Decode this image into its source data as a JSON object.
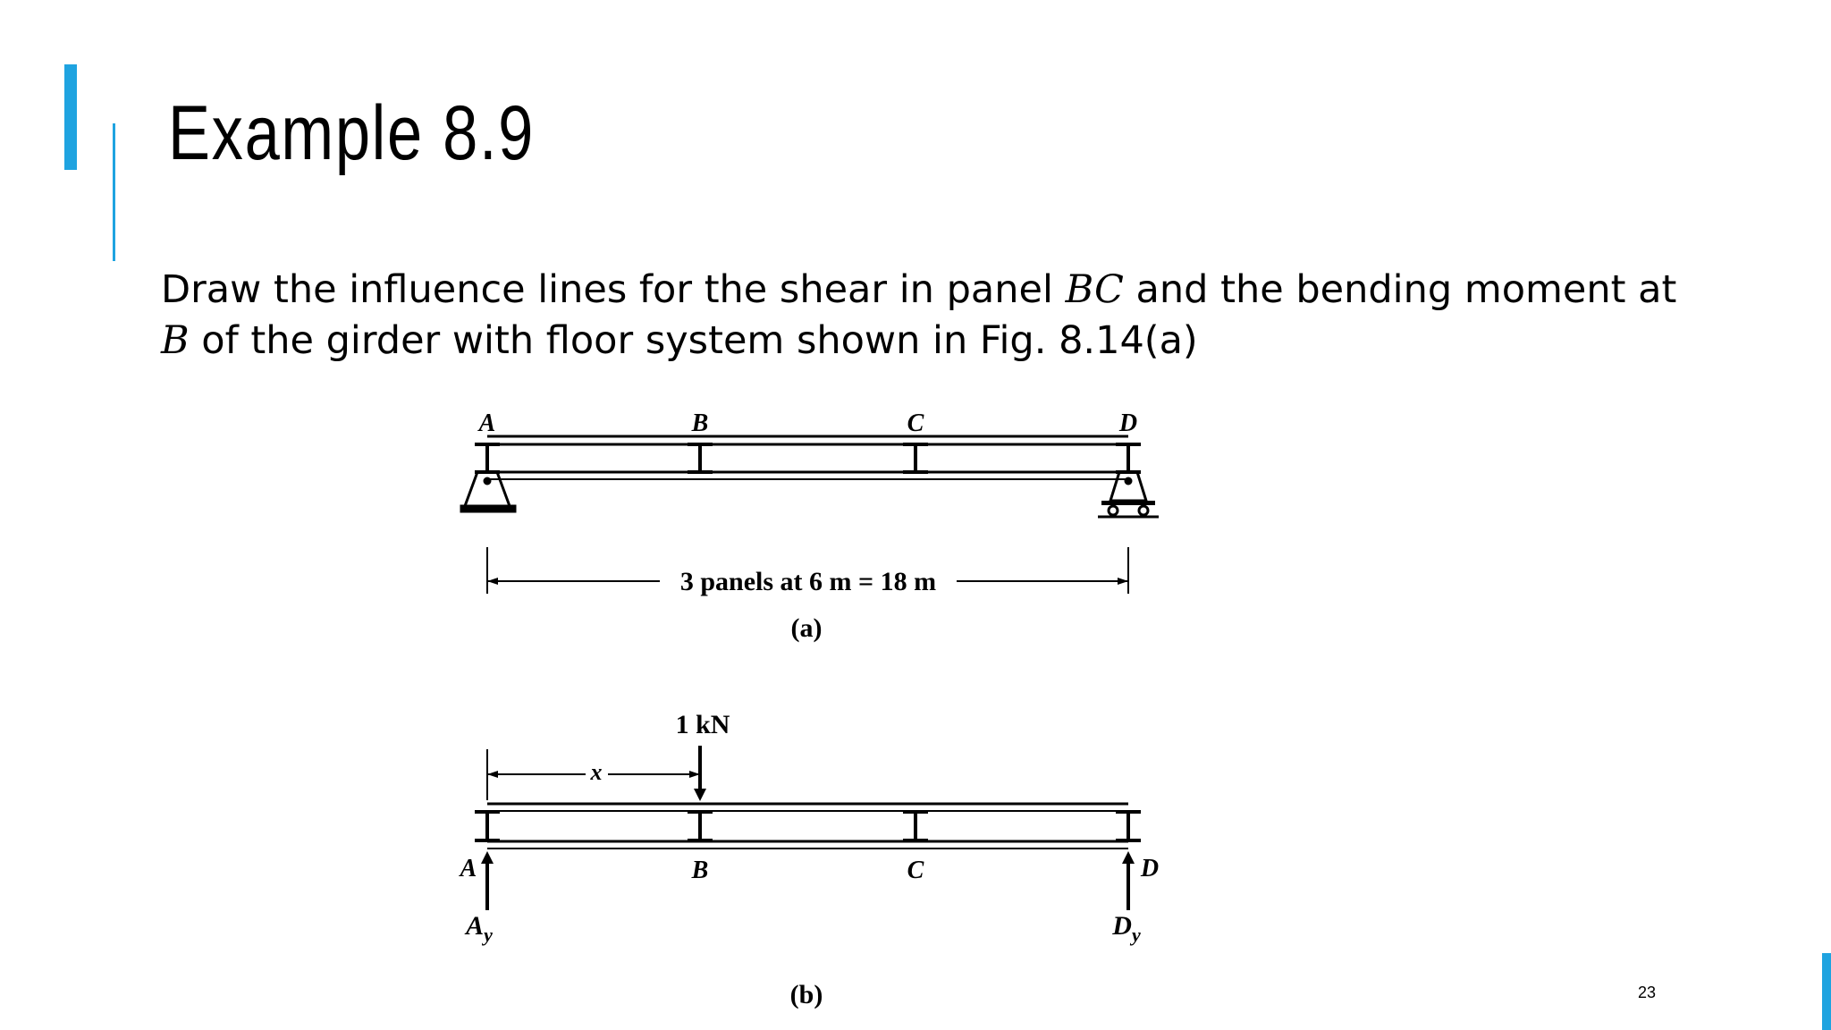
{
  "slide": {
    "title": "Example 8.9",
    "body": {
      "part1": "Draw the influence lines for the shear in panel ",
      "var_bc": "BC",
      "part2": " and the bending moment at ",
      "var_b": "B",
      "part3": " of the girder with floor system shown in Fig. 8.14(a)"
    },
    "slide_number": "23"
  },
  "figure_a": {
    "labels": {
      "a": "A",
      "b": "B",
      "c": "C",
      "d": "D"
    },
    "dimension_text": "3 panels at 6 m = 18 m",
    "caption": "(a)"
  },
  "figure_b": {
    "load_label": "1 kN",
    "x_label": "x",
    "labels": {
      "a": "A",
      "b": "B",
      "c": "C",
      "d": "D"
    },
    "reaction_a": {
      "main": "A",
      "sub": "y"
    },
    "reaction_d": {
      "main": "D",
      "sub": "y"
    },
    "caption": "(b)"
  },
  "colors": {
    "accent": "#1fa3e0"
  }
}
